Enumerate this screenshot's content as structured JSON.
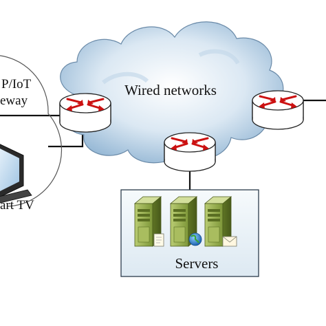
{
  "labels": {
    "cloud": "Wired networks",
    "servers": "Servers",
    "gateway_line1": "P/IoT",
    "gateway_line2": "eway",
    "tv": "art TV"
  },
  "colors": {
    "router_arrow": "#cc1111",
    "server_body": "#8fa84a",
    "servers_panel": "#e9f1f7",
    "cloud_sky": "#a9c6de"
  },
  "icons": {
    "router": "router-icon",
    "server": "server-tower-icon",
    "tv": "smart-tv-icon",
    "globe": "globe-icon",
    "mail": "mail-envelope-icon"
  }
}
